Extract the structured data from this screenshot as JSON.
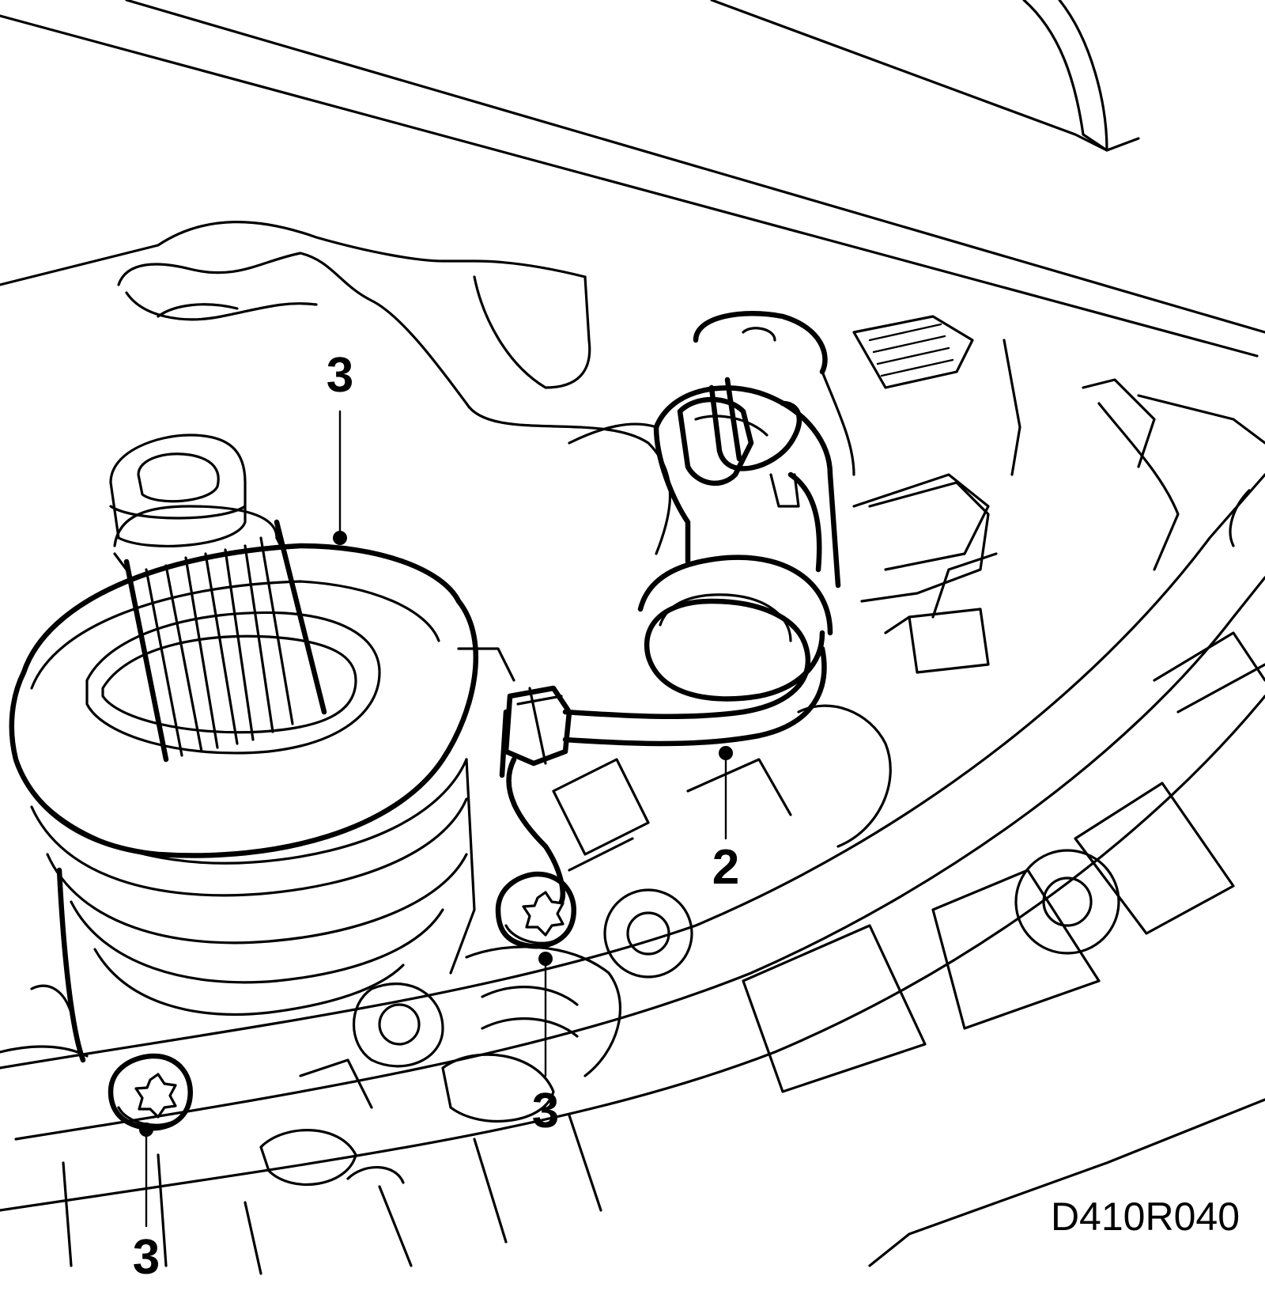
{
  "figure": {
    "code": "D410R040",
    "line_color": "#000000",
    "background": "#ffffff"
  },
  "callouts": [
    {
      "id": "c3_top",
      "label": "3",
      "target": "clutch-slave-cylinder"
    },
    {
      "id": "c2",
      "label": "2",
      "target": "hydraulic-line"
    },
    {
      "id": "c3_mid",
      "label": "3",
      "target": "mounting-bolt-right"
    },
    {
      "id": "c3_bot",
      "label": "3",
      "target": "mounting-bolt-left"
    }
  ]
}
